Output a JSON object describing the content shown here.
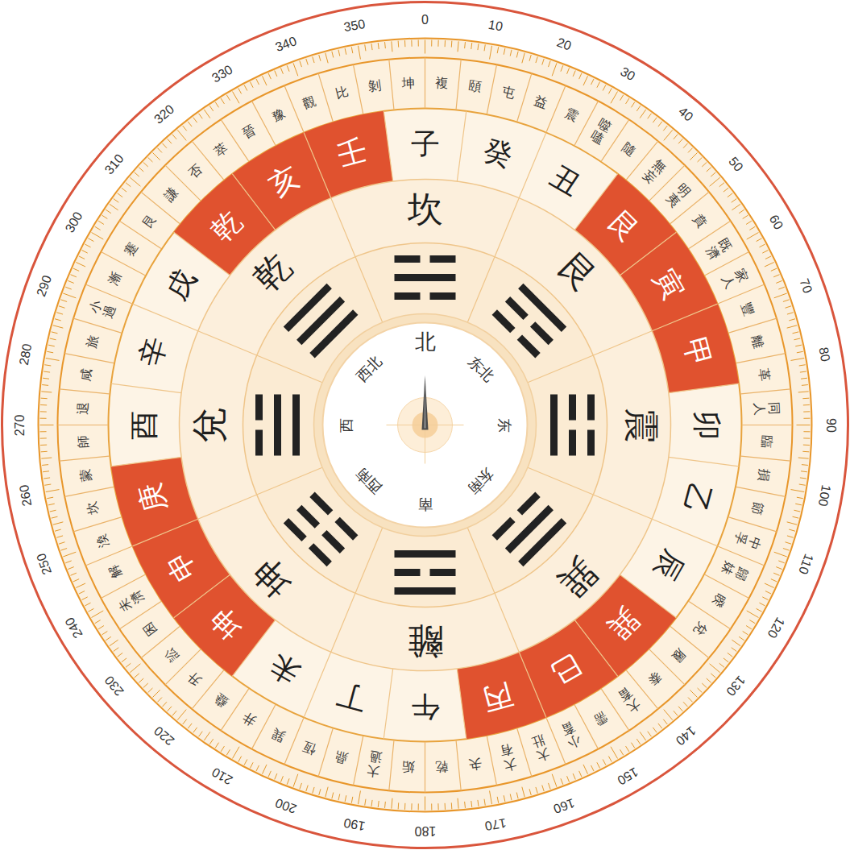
{
  "diagram": {
    "labels": [
      "0",
      "10",
      "20",
      "30",
      "40",
      "50",
      "60",
      "70",
      "80",
      "90",
      "100",
      "110",
      "120",
      "130",
      "140",
      "150",
      "160",
      "170",
      "180",
      "190",
      "200",
      "210",
      "220",
      "230",
      "240",
      "250",
      "260",
      "270",
      "280",
      "290",
      "300",
      "310",
      "320",
      "330",
      "340",
      "350",
      "坤",
      "複",
      "頤",
      "屯",
      "益",
      "震",
      "噬嗑",
      "隨",
      "無妄",
      "明夷",
      "賁",
      "既濟",
      "家人",
      "豐",
      "離",
      "革",
      "同人",
      "臨",
      "損",
      "節",
      "中孚",
      "歸妹",
      "睽",
      "兌",
      "履",
      "泰",
      "大畜",
      "需",
      "小畜",
      "大壯",
      "大有",
      "夬",
      "乾",
      "姤",
      "大過",
      "鼎",
      "恆",
      "巽",
      "井",
      "蠱",
      "升",
      "訟",
      "困",
      "未濟",
      "解",
      "渙",
      "坎",
      "蒙",
      "師",
      "退",
      "咸",
      "旅",
      "小過",
      "漸",
      "蹇",
      "艮",
      "謙",
      "否",
      "萃",
      "晉",
      "豫",
      "觀",
      "比",
      "剝",
      "子",
      "癸",
      "丑",
      "艮",
      "寅",
      "甲",
      "卯",
      "乙",
      "辰",
      "巽",
      "巳",
      "丙",
      "午",
      "丁",
      "未",
      "坤",
      "申",
      "庚",
      "酉",
      "辛",
      "戌",
      "乾",
      "亥",
      "壬",
      "坎",
      "艮",
      "震",
      "巽",
      "離",
      "坤",
      "兌",
      "乾",
      "北",
      "东北",
      "东",
      "东南",
      "南",
      "西南",
      "西",
      "西北"
    ]
  }
}
